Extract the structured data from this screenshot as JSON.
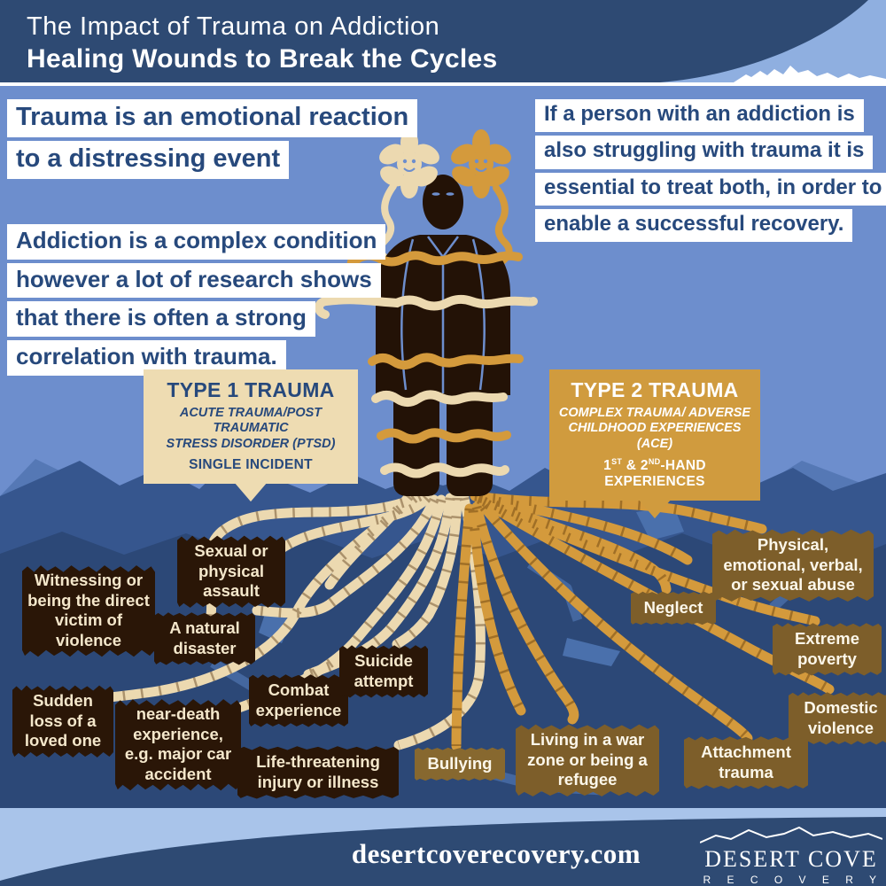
{
  "header": {
    "title_line1": "The Impact of Trauma on Addiction",
    "title_line2": "Healing Wounds to Break the Cycles"
  },
  "intro": {
    "definition": [
      "Trauma is an emotional reaction",
      "to a distressing event"
    ],
    "treatment": [
      "If a person with an addiction is",
      "also struggling with trauma it is",
      "essential to treat both, in order to",
      "enable a successful recovery."
    ],
    "research": [
      "Addiction is a complex condition",
      "however a lot of research shows",
      "that there is often a strong",
      "correlation with trauma."
    ]
  },
  "type1": {
    "title": "TYPE 1 TRAUMA",
    "subtitle_line1": "ACUTE TRAUMA/POST TRAUMATIC",
    "subtitle_line2": "STRESS DISORDER (PTSD)",
    "note": "SINGLE INCIDENT",
    "causes": [
      "Witnessing or being the direct victim of violence",
      "Sexual or physical assault",
      "A natural disaster",
      "Sudden loss of a loved one",
      "near-death experience, e.g. major car accident",
      "Combat experience",
      "Suicide attempt",
      "Life-threatening injury or illness"
    ]
  },
  "type2": {
    "title": "TYPE 2 TRAUMA",
    "subtitle_line1": "COMPLEX TRAUMA/ ADVERSE",
    "subtitle_line2": "CHILDHOOD EXPERIENCES (ACE)",
    "note": {
      "n1": "1",
      "sup1": "ST",
      "n2": " & 2",
      "sup2": "ND",
      "n3": "-HAND EXPERIENCES"
    },
    "causes": [
      "Physical, emotional, verbal, or sexual abuse",
      "Neglect",
      "Extreme poverty",
      "Domestic violence",
      "Attachment trauma",
      "Living in a war zone or being a refugee",
      "Bullying"
    ]
  },
  "footer": {
    "website": "desertcoverecovery.com",
    "logo_name": "DESERT COVE",
    "logo_sub": "R E C O V E R Y"
  },
  "colors": {
    "header_navy": "#2e4a73",
    "sky_blue": "#6d8ecd",
    "light_blue_band": "#a9c4ea",
    "type1_cream": "#eedcb2",
    "type2_gold": "#d09b3e",
    "type1_label_bg": "#2a1607",
    "type2_label_bg": "#7d5e2a",
    "root_cream": "#ecd9b0",
    "root_gold": "#d49a3c",
    "text_navy": "#27497c"
  }
}
